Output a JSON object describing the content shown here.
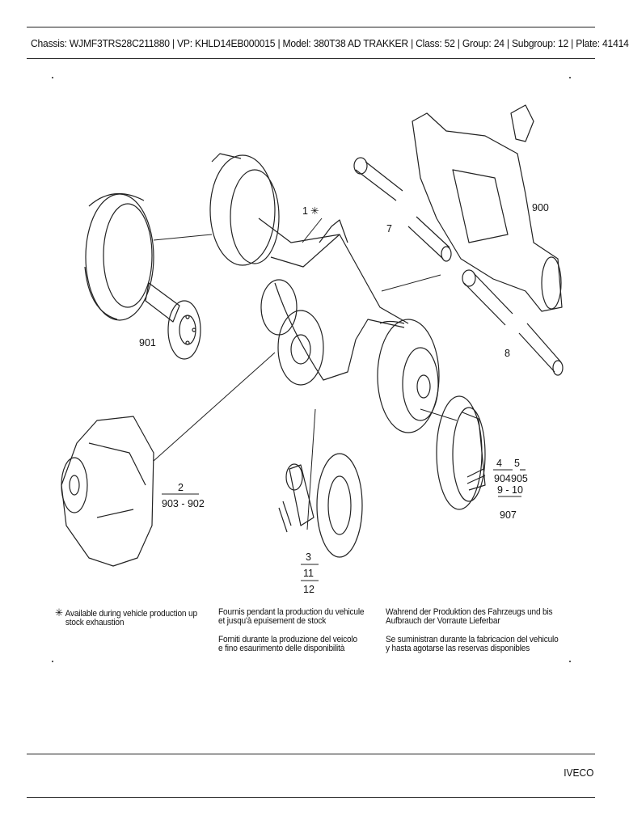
{
  "header": {
    "text": "Chassis: WJMF3TRS28C211880 | VP: KHLD14EB000015 | Model: 380T38 AD TRAKKER | Class: 52 | Group: 24 | Subgroup: 12 | Plate: 41414"
  },
  "callouts": {
    "c1": "1",
    "c1_mark": "✳",
    "c7": "7",
    "c900": "900",
    "c901": "901",
    "c8": "8",
    "c2": "2",
    "c903_902": "903 - 902",
    "c3": "3",
    "c11": "11",
    "c12": "12",
    "c4": "4",
    "c5": "5",
    "c904": "904",
    "c905": "905",
    "c9_10": "9 - 10",
    "c907": "907"
  },
  "notes": {
    "en_mark": "✳",
    "en_line1": "Available during vehicle production up",
    "en_line2": "stock exhaustion",
    "fr_line1": "Fournis pendant la production du vehicule",
    "fr_line2": "et jusqu'à epuisement de stock",
    "it_line1": "Forniti durante la produzione del veicolo",
    "it_line2": "e fino esaurimento delle disponibilità",
    "de_line1": "Wahrend der Produktion des Fahrzeugs und bis",
    "de_line2": "Aufbrauch der Vorraute Lieferbar",
    "es_line1": "Se suministran durante la fabricacion del vehiculo",
    "es_line2": "y hasta agotarse las reservas disponibles"
  },
  "footer": {
    "brand": "IVECO"
  }
}
